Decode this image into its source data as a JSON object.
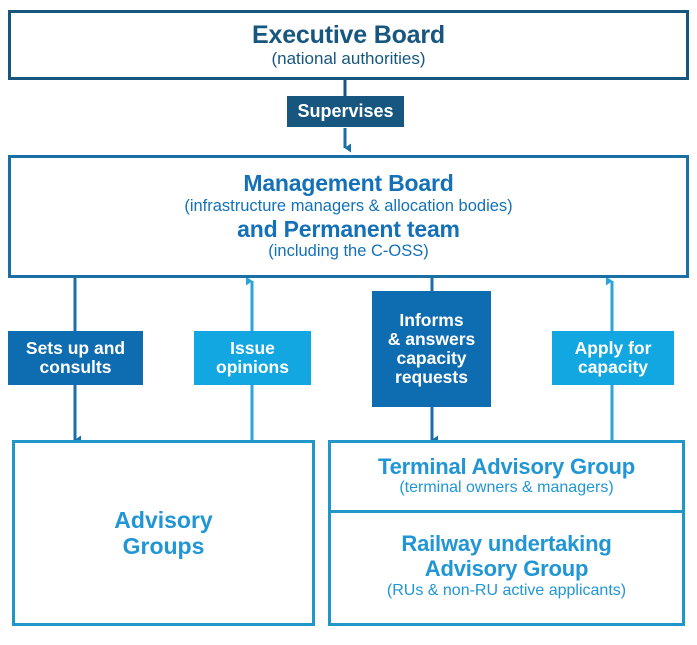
{
  "diagram": {
    "title": "Governance structure organisational chart",
    "colors": {
      "navy": "#17567f",
      "blue": "#0e6cb0",
      "mid_blue": "#1471b8",
      "cyan": "#12a7e0",
      "light_cyan_border": "#2196c9",
      "white": "#ffffff"
    }
  },
  "executive_board": {
    "title": "Executive Board",
    "subtitle": "(national authorities)"
  },
  "supervises_badge": {
    "label": "Supervises"
  },
  "management_board": {
    "line1": "Management Board",
    "line2": "(infrastructure managers &  allocation bodies)",
    "line3": "and Permanent team",
    "line4": "(including the C-OSS)"
  },
  "relation_badges": [
    {
      "id": "sets-up-and-consults",
      "lines": [
        "Sets up and",
        "consults"
      ],
      "style": "blue",
      "direction": "down"
    },
    {
      "id": "issue-opinions",
      "lines": [
        "Issue",
        "opinions"
      ],
      "style": "cyan",
      "direction": "up"
    },
    {
      "id": "informs-answers-capacity-requests",
      "lines": [
        "Informs",
        "& answers",
        "capacity",
        "requests"
      ],
      "style": "blue",
      "direction": "down"
    },
    {
      "id": "apply-for-capacity",
      "lines": [
        "Apply for",
        "capacity"
      ],
      "style": "cyan",
      "direction": "up"
    }
  ],
  "advisory_groups": {
    "line1": "Advisory",
    "line2": "Groups"
  },
  "terminal_advisory_group": {
    "title": "Terminal Advisory Group",
    "subtitle": "(terminal owners & managers)"
  },
  "railway_undertaking_group": {
    "title_line1": "Railway undertaking",
    "title_line2": "Advisory Group",
    "subtitle": "(RUs & non-RU active applicants)"
  }
}
